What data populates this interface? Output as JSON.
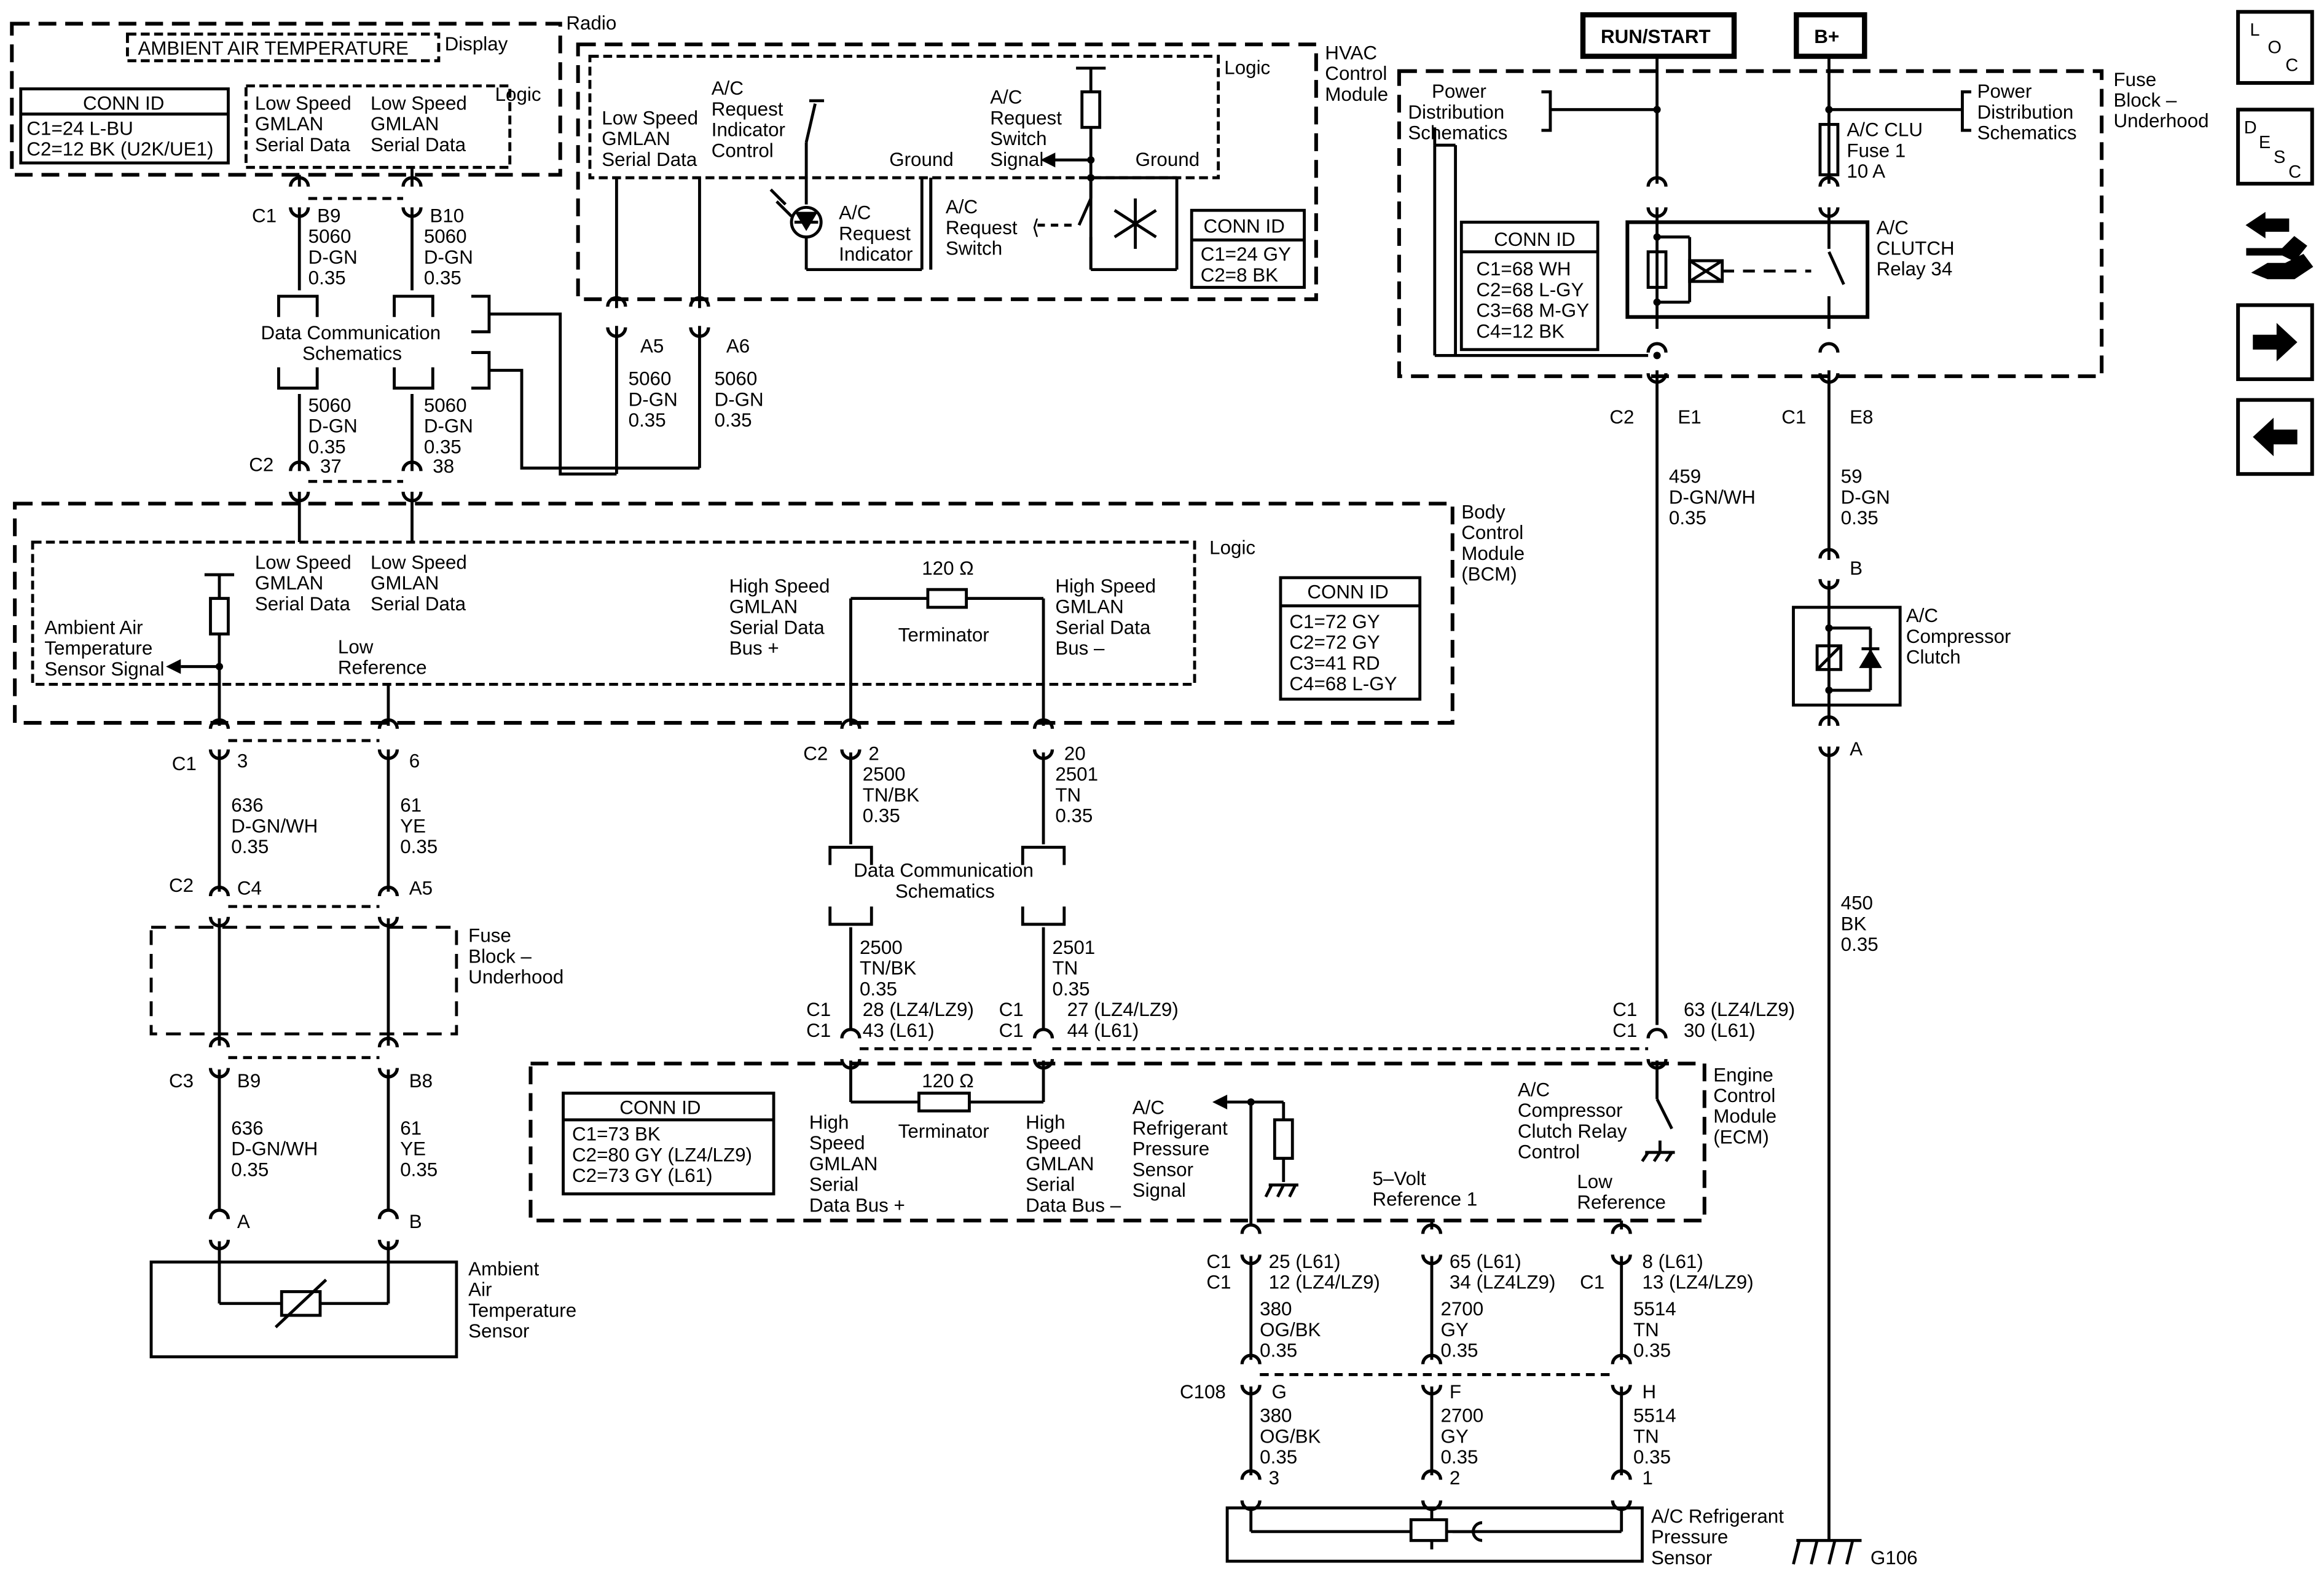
{
  "radio": {
    "module_name": "Radio",
    "display_label": "Display",
    "logic_label": "Logic",
    "ambient_box": "AMBIENT AIR TEMPERATURE",
    "conn_id": {
      "title": "CONN ID",
      "rows": [
        "C1=24 L-BU",
        "C2=12 BK (U2K/UE1)"
      ]
    },
    "serial_a": [
      "Low Speed",
      "GMLAN",
      "Serial Data"
    ],
    "serial_b": [
      "Low Speed",
      "GMLAN",
      "Serial Data"
    ],
    "conn_c1": "C1",
    "pin_b9": "B9",
    "pin_b10": "B10",
    "wire_b9": [
      "5060",
      "D-GN",
      "0.35"
    ],
    "wire_b10": [
      "5060",
      "D-GN",
      "0.35"
    ]
  },
  "hvac": {
    "module_name": [
      "HVAC",
      "Control",
      "Module"
    ],
    "logic_label": "Logic",
    "serial": [
      "Low Speed",
      "GMLAN",
      "Serial Data"
    ],
    "ac_req_ind_control": [
      "A/C",
      "Request",
      "Indicator",
      "Control"
    ],
    "ground_1": "Ground",
    "ac_req_switch_signal": [
      "A/C",
      "Request",
      "Switch",
      "Signal"
    ],
    "ground_2": "Ground",
    "ac_req_indicator": [
      "A/C",
      "Request",
      "Indicator"
    ],
    "ac_req_switch": [
      "A/C",
      "Request",
      "Switch"
    ],
    "conn_id": {
      "title": "CONN ID",
      "rows": [
        "C1=24 GY",
        "C2=8 BK"
      ]
    },
    "pin_a5": "A5",
    "pin_a6": "A6",
    "wire_a5": [
      "5060",
      "D-GN",
      "0.35"
    ],
    "wire_a6": [
      "5060",
      "D-GN",
      "0.35"
    ]
  },
  "data_comm_top": [
    "Data Communication",
    "Schematics"
  ],
  "bcm_inputs": {
    "wire_37": [
      "5060",
      "D-GN",
      "0.35",
      "37"
    ],
    "wire_38": [
      "5060",
      "D-GN",
      "0.35",
      "38"
    ],
    "conn_c2": "C2"
  },
  "bcm": {
    "module_name": [
      "Body",
      "Control",
      "Module",
      "(BCM)"
    ],
    "logic_label": "Logic",
    "serial_a": [
      "Low Speed",
      "GMLAN",
      "Serial Data"
    ],
    "serial_b": [
      "Low Speed",
      "GMLAN",
      "Serial Data"
    ],
    "ambient_signal": [
      "Ambient Air",
      "Temperature",
      "Sensor Signal"
    ],
    "low_reference": [
      "Low",
      "Reference"
    ],
    "hs_plus": [
      "High Speed",
      "GMLAN",
      "Serial Data",
      "Bus +"
    ],
    "hs_minus": [
      "High Speed",
      "GMLAN",
      "Serial Data",
      "Bus –"
    ],
    "terminator_ohms": "120 Ω",
    "terminator": "Terminator",
    "conn_id": {
      "title": "CONN ID",
      "rows": [
        "C1=72 GY",
        "C2=72 GY",
        "C3=41 RD",
        "C4=68 L-GY"
      ]
    }
  },
  "bcm_out": {
    "conn_c1": "C1",
    "pin_3": "3",
    "pin_6": "6",
    "wire_636": [
      "636",
      "D-GN/WH",
      "0.35"
    ],
    "wire_61": [
      "61",
      "YE",
      "0.35"
    ],
    "conn_c2": "C2",
    "pin_c4": "C4",
    "pin_a5": "A5",
    "hs_conn": "C2",
    "pin_2": "2",
    "pin_20": "20",
    "wire_2500": [
      "2500",
      "TN/BK",
      "0.35"
    ],
    "wire_2501": [
      "2501",
      "TN",
      "0.35"
    ]
  },
  "data_comm_mid": [
    "Data Communication",
    "Schematics"
  ],
  "fuse_block_left": [
    "Fuse",
    "Block –",
    "Underhood"
  ],
  "ecm_inputs": {
    "wire_2500": [
      "2500",
      "TN/BK",
      "0.35"
    ],
    "wire_2501": [
      "2501",
      "TN",
      "0.35"
    ],
    "pin_left": [
      "C1",
      "C1"
    ],
    "pin_left_vals": [
      "28 (LZ4/LZ9)",
      "43 (L61)"
    ],
    "pin_right": [
      "C1",
      "C1"
    ],
    "pin_right_vals": [
      "27 (LZ4/LZ9)",
      "44 (L61)"
    ],
    "relay_pin": [
      "C1",
      "C1"
    ],
    "relay_pin_vals": [
      "63 (LZ4/LZ9)",
      "30 (L61)"
    ]
  },
  "ambient_sensor": {
    "conn_c3": "C3",
    "pin_b9": "B9",
    "pin_b8": "B8",
    "wire_636": [
      "636",
      "D-GN/WH",
      "0.35"
    ],
    "wire_61": [
      "61",
      "YE",
      "0.35"
    ],
    "pin_a": "A",
    "pin_b": "B",
    "name": [
      "Ambient",
      "Air",
      "Temperature",
      "Sensor"
    ]
  },
  "ecm": {
    "module_name": [
      "Engine",
      "Control",
      "Module",
      "(ECM)"
    ],
    "conn_id": {
      "title": "CONN ID",
      "rows": [
        "C1=73 BK",
        "C2=80 GY (LZ4/LZ9)",
        "C2=73 GY (L61)"
      ]
    },
    "terminator_ohms": "120 Ω",
    "terminator": "Terminator",
    "hs_plus": [
      "High",
      "Speed",
      "GMLAN",
      "Serial",
      "Data Bus +"
    ],
    "hs_minus": [
      "High",
      "Speed",
      "GMLAN",
      "Serial",
      "Data Bus –"
    ],
    "pressure_signal": [
      "A/C",
      "Refrigerant",
      "Pressure",
      "Sensor",
      "Signal"
    ],
    "five_volt": [
      "5–Volt",
      "Reference 1"
    ],
    "low_ref": [
      "Low",
      "Reference"
    ],
    "relay_control": [
      "A/C",
      "Compressor",
      "Clutch Relay",
      "Control"
    ]
  },
  "pressure_circuit": {
    "pin_380_conn": [
      "C1",
      "C1"
    ],
    "pin_380_vals": [
      "25 (L61)",
      "12 (LZ4/LZ9)"
    ],
    "pin_2700_vals": [
      "65 (L61)",
      "34 (LZ4LZ9)"
    ],
    "pin_5514_conn": "C1",
    "pin_5514_vals": [
      "8 (L61)",
      "13 (LZ4/LZ9)"
    ],
    "wire_380": [
      "380",
      "OG/BK",
      "0.35"
    ],
    "wire_2700": [
      "2700",
      "GY",
      "0.35"
    ],
    "wire_5514": [
      "5514",
      "TN",
      "0.35"
    ],
    "c108": "C108",
    "pin_g": "G",
    "pin_f": "F",
    "pin_h": "H",
    "wire_380_b": [
      "380",
      "OG/BK",
      "0.35",
      "3"
    ],
    "wire_2700_b": [
      "2700",
      "GY",
      "0.35",
      "2"
    ],
    "wire_5514_b": [
      "5514",
      "TN",
      "0.35",
      "1"
    ],
    "sensor_name": [
      "A/C Refrigerant",
      "Pressure",
      "Sensor"
    ]
  },
  "power": {
    "run_start": "RUN/START",
    "b_plus": "B+",
    "power_dist_left": [
      "Power",
      "Distribution",
      "Schematics"
    ],
    "power_dist_right": [
      "Power",
      "Distribution",
      "Schematics"
    ],
    "fuse_block": [
      "Fuse",
      "Block –",
      "Underhood"
    ],
    "fuse": [
      "A/C CLU",
      "Fuse 1",
      "10 A"
    ],
    "relay": [
      "A/C",
      "CLUTCH",
      "Relay 34"
    ],
    "conn_id": {
      "title": "CONN ID",
      "rows": [
        "C1=68 WH",
        "C2=68 L-GY",
        "C3=68 M-GY",
        "C4=12 BK"
      ]
    },
    "conn_c2": "C2",
    "pin_e1": "E1",
    "conn_c1": "C1",
    "pin_e8": "E8",
    "wire_459": [
      "459",
      "D-GN/WH",
      "0.35"
    ],
    "wire_59": [
      "59",
      "D-GN",
      "0.35"
    ]
  },
  "clutch": {
    "pin_b": "B",
    "name": [
      "A/C",
      "Compressor",
      "Clutch"
    ],
    "pin_a": "A",
    "wire_450": [
      "450",
      "BK",
      "0.35"
    ],
    "ground": "G106"
  },
  "nav": {
    "loc": "LOC",
    "desc": "DESC",
    "icons": [
      "loc-icon",
      "desc-icon",
      "connector-icon",
      "arrow-right-icon",
      "arrow-left-icon"
    ]
  }
}
